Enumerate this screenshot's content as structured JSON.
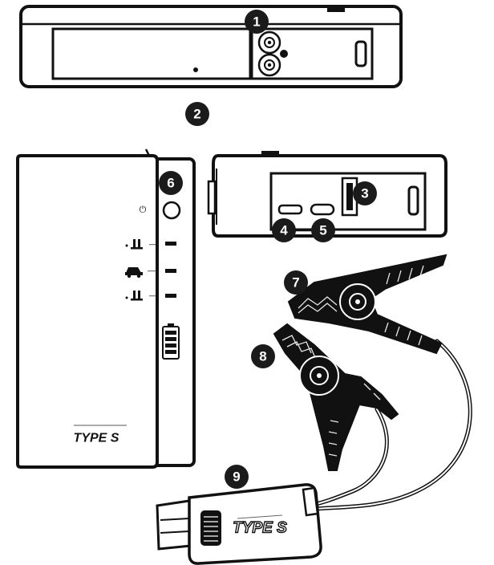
{
  "callouts": [
    "1",
    "2",
    "3",
    "4",
    "5",
    "6",
    "7",
    "8",
    "9"
  ],
  "brand": {
    "logo_text": "TYPE S",
    "logo_small_text": "TYPE S"
  },
  "indicators": {
    "power_symbol": "⏻",
    "dash": "—"
  },
  "colors": {
    "outline": "#111111",
    "callout_fill": "#1b1b1b",
    "callout_text": "#ffffff",
    "background": "#ffffff"
  },
  "icons": [
    "power-icon",
    "battery-clamp-icon",
    "car-icon",
    "voltage-icon",
    "battery-level-icon",
    "usb-a-port-icon",
    "micro-usb-port-icon",
    "usb-c-port-icon"
  ]
}
